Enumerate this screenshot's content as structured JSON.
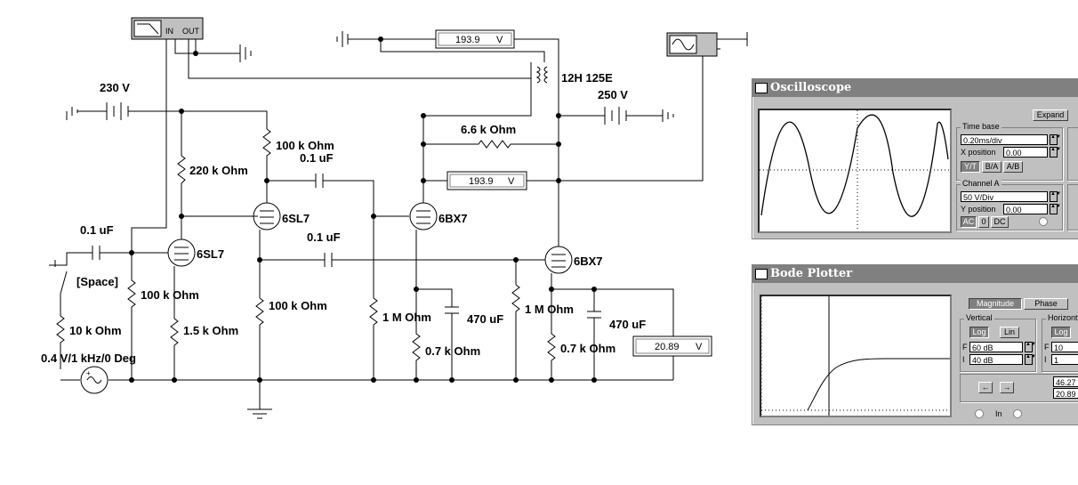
{
  "schematic": {
    "labels": {
      "vsrc_230": "230 V",
      "r100k_top": "100 k Ohm",
      "c01_top": "0.1 uF",
      "r220k": "220 k Ohm",
      "tube1": "6SL7",
      "tube2": "6SL7",
      "tube3": "6BX7",
      "tube4": "6BX7",
      "c01_in": "0.1 uF",
      "c01_mid": "0.1 uF",
      "space_key": "[Space]",
      "r100k_grid": "100 k Ohm",
      "r100k_cath": "100 k Ohm",
      "r10k": "10 k Ohm",
      "r15k": "1.5 k Ohm",
      "gen_value": "0.4 V/1 kHz/0 Deg",
      "r1m_a": "1 M Ohm",
      "r1m_b": "1 M Ohm",
      "c470_a": "470 uF",
      "c470_b": "470 uF",
      "r07k_a": "0.7 k Ohm",
      "r07k_b": "0.7 k Ohm",
      "transformer": "12H 125E",
      "vsrc_250": "250 V",
      "r66k": "6.6 k Ohm",
      "bode_in": "IN",
      "bode_out": "OUT"
    },
    "meters": {
      "top_voltmeter": "193.9",
      "mid_voltmeter": "193.9",
      "out_voltmeter": "20.89",
      "unit": "V"
    }
  },
  "oscilloscope": {
    "title": "Oscilloscope",
    "expand_label": "Expand",
    "time_base": {
      "group_label": "Time base",
      "value": "0.20ms/div",
      "xpos_label": "X position",
      "xpos_value": "0.00",
      "modes": [
        "Y/T",
        "B/A",
        "A/B"
      ]
    },
    "channel_a": {
      "group_label": "Channel A",
      "value": "50  V/Div",
      "ypos_label": "Y position",
      "ypos_value": "0.00",
      "coupling": [
        "AC",
        "0",
        "DC"
      ]
    }
  },
  "bode": {
    "title": "Bode Plotter",
    "magnitude_label": "Magnitude",
    "phase_label": "Phase",
    "vertical": {
      "group_label": "Vertical",
      "log_label": "Log",
      "lin_label": "Lin",
      "f_label": "F",
      "f_value": "60 dB",
      "i_label": "I",
      "i_value": "40 dB"
    },
    "horizontal": {
      "group_label": "Horizont",
      "log_label": "Log",
      "f_label": "F",
      "f_value": "10",
      "i_label": "I",
      "i_value": "1"
    },
    "readout_1": "46.27",
    "readout_2": "20.89",
    "in_label": "In"
  }
}
